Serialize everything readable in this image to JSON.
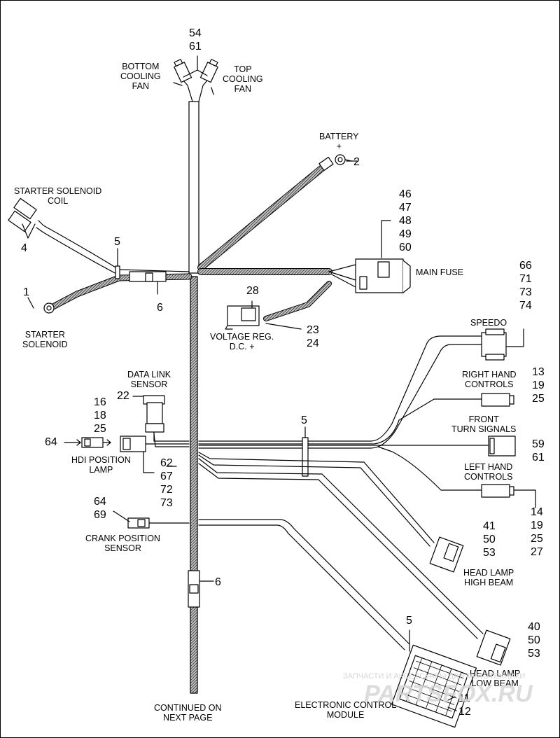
{
  "labels": {
    "bottom_cooling_fan": [
      "BOTTOM",
      "COOLING",
      "FAN"
    ],
    "top_cooling_fan": [
      "TOP",
      "COOLING",
      "FAN"
    ],
    "battery": [
      "BATTERY",
      "+"
    ],
    "starter_solenoid_coil": [
      "STARTER SOLENOID",
      "COIL"
    ],
    "starter_solenoid": [
      "STARTER",
      "SOLENOID"
    ],
    "main_fuse": [
      "MAIN FUSE"
    ],
    "voltage_reg": [
      "VOLTAGE REG.",
      "D.C. +"
    ],
    "speedo": [
      "SPEEDO"
    ],
    "right_hand_controls": [
      "RIGHT HAND",
      "CONTROLS"
    ],
    "front_turn_signals": [
      "FRONT",
      "TURN SIGNALS"
    ],
    "left_hand_controls": [
      "LEFT HAND",
      "CONTROLS"
    ],
    "data_link_sensor": [
      "DATA LINK",
      "SENSOR"
    ],
    "hdi_position_lamp": [
      "HDI POSITION",
      "LAMP"
    ],
    "crank_position_sensor": [
      "CRANK POSITION",
      "SENSOR"
    ],
    "head_lamp_high_beam": [
      "HEAD LAMP",
      "HIGH BEAM"
    ],
    "head_lamp_low_beam": [
      "HEAD LAMP",
      "LOW BEAM"
    ],
    "electronic_control_module": [
      "ELECTRONIC CONTROL",
      "MODULE"
    ],
    "continued": [
      "CONTINUED ON",
      "NEXT PAGE"
    ]
  },
  "callouts": {
    "fans": [
      "54",
      "61"
    ],
    "battery": [
      "2"
    ],
    "coil": [
      "4"
    ],
    "solenoid": [
      "1"
    ],
    "clip_upper": [
      "5"
    ],
    "connector_upper": [
      "6"
    ],
    "main_fuse": [
      "46",
      "47",
      "48",
      "49",
      "60"
    ],
    "voltage_reg_top": [
      "28"
    ],
    "voltage_reg_bottom": [
      "23",
      "24"
    ],
    "speedo": [
      "66",
      "71",
      "73",
      "74"
    ],
    "right_hand": [
      "13",
      "19",
      "25"
    ],
    "turn_signals": [
      "59",
      "61"
    ],
    "left_hand": [
      "14",
      "19",
      "25",
      "27"
    ],
    "data_link_22": [
      "22"
    ],
    "data_link_left": [
      "16",
      "18",
      "25"
    ],
    "hdi_lamp": [
      "64"
    ],
    "hdi_connector": [
      "62",
      "67",
      "72",
      "73"
    ],
    "crank": [
      "64",
      "69"
    ],
    "clip_middle": [
      "5"
    ],
    "connector_lower": [
      "6"
    ],
    "high_beam": [
      "41",
      "50",
      "53"
    ],
    "low_beam": [
      "40",
      "50",
      "53"
    ],
    "ecm_clip": [
      "5"
    ],
    "ecm": [
      "11",
      "12"
    ]
  },
  "watermark": {
    "line1": "ЗАПЧАСТИ И АКСЕССУАРЫ ДЛЯ МОТОТЕХНИКИ",
    "line2": "PARTSFOX.RU"
  }
}
